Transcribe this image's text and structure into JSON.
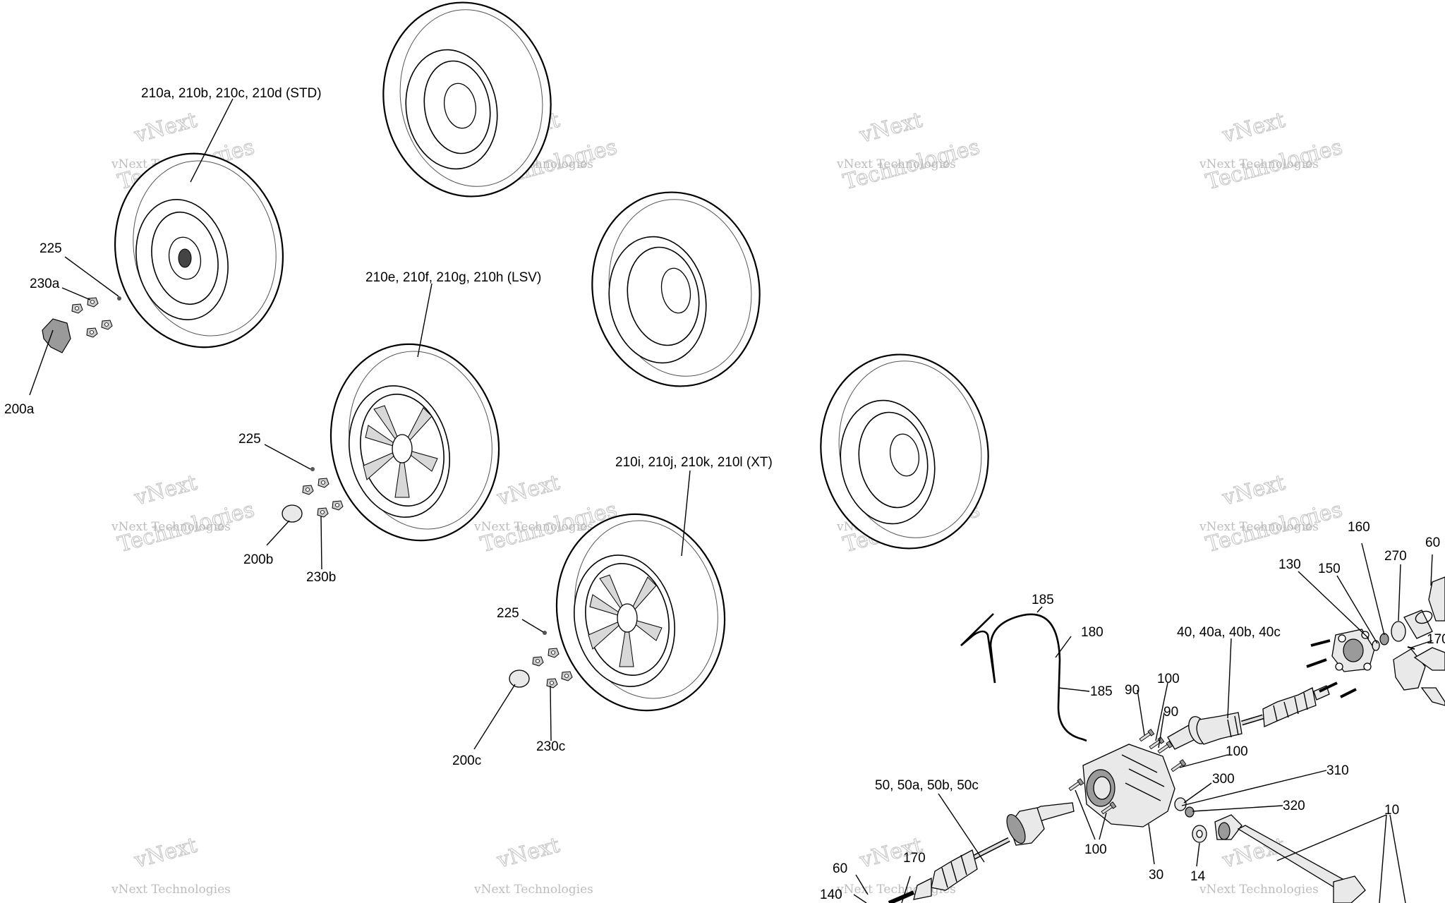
{
  "watermark": {
    "line1": "vNext Technologies",
    "line2": "Technologies",
    "logo": "vNext"
  },
  "callouts": [
    {
      "id": "210std",
      "text": "210a, 210b, 210c, 210d (STD)"
    },
    {
      "id": "225a",
      "text": "225"
    },
    {
      "id": "230a",
      "text": "230a"
    },
    {
      "id": "200a",
      "text": "200a"
    },
    {
      "id": "210lsv",
      "text": "210e, 210f, 210g, 210h (LSV)"
    },
    {
      "id": "225b",
      "text": "225"
    },
    {
      "id": "200b",
      "text": "200b"
    },
    {
      "id": "230b",
      "text": "230b"
    },
    {
      "id": "210xt",
      "text": "210i, 210j, 210k, 210l (XT)"
    },
    {
      "id": "225c",
      "text": "225"
    },
    {
      "id": "200c",
      "text": "200c"
    },
    {
      "id": "230c",
      "text": "230c"
    },
    {
      "id": "185a",
      "text": "185"
    },
    {
      "id": "180",
      "text": "180"
    },
    {
      "id": "185b",
      "text": "185"
    },
    {
      "id": "90a",
      "text": "90"
    },
    {
      "id": "100a",
      "text": "100"
    },
    {
      "id": "90b",
      "text": "90"
    },
    {
      "id": "40",
      "text": "40, 40a, 40b, 40c"
    },
    {
      "id": "100b",
      "text": "100"
    },
    {
      "id": "130",
      "text": "130"
    },
    {
      "id": "150",
      "text": "150"
    },
    {
      "id": "160",
      "text": "160"
    },
    {
      "id": "270",
      "text": "270"
    },
    {
      "id": "60a",
      "text": "60"
    },
    {
      "id": "170a",
      "text": "170"
    },
    {
      "id": "310",
      "text": "310"
    },
    {
      "id": "300",
      "text": "300"
    },
    {
      "id": "320",
      "text": "320"
    },
    {
      "id": "50",
      "text": "50, 50a, 50b, 50c"
    },
    {
      "id": "100c",
      "text": "100"
    },
    {
      "id": "30",
      "text": "30"
    },
    {
      "id": "14",
      "text": "14"
    },
    {
      "id": "10",
      "text": "10"
    },
    {
      "id": "60b",
      "text": "60"
    },
    {
      "id": "170b",
      "text": "170"
    },
    {
      "id": "140",
      "text": "140"
    }
  ]
}
